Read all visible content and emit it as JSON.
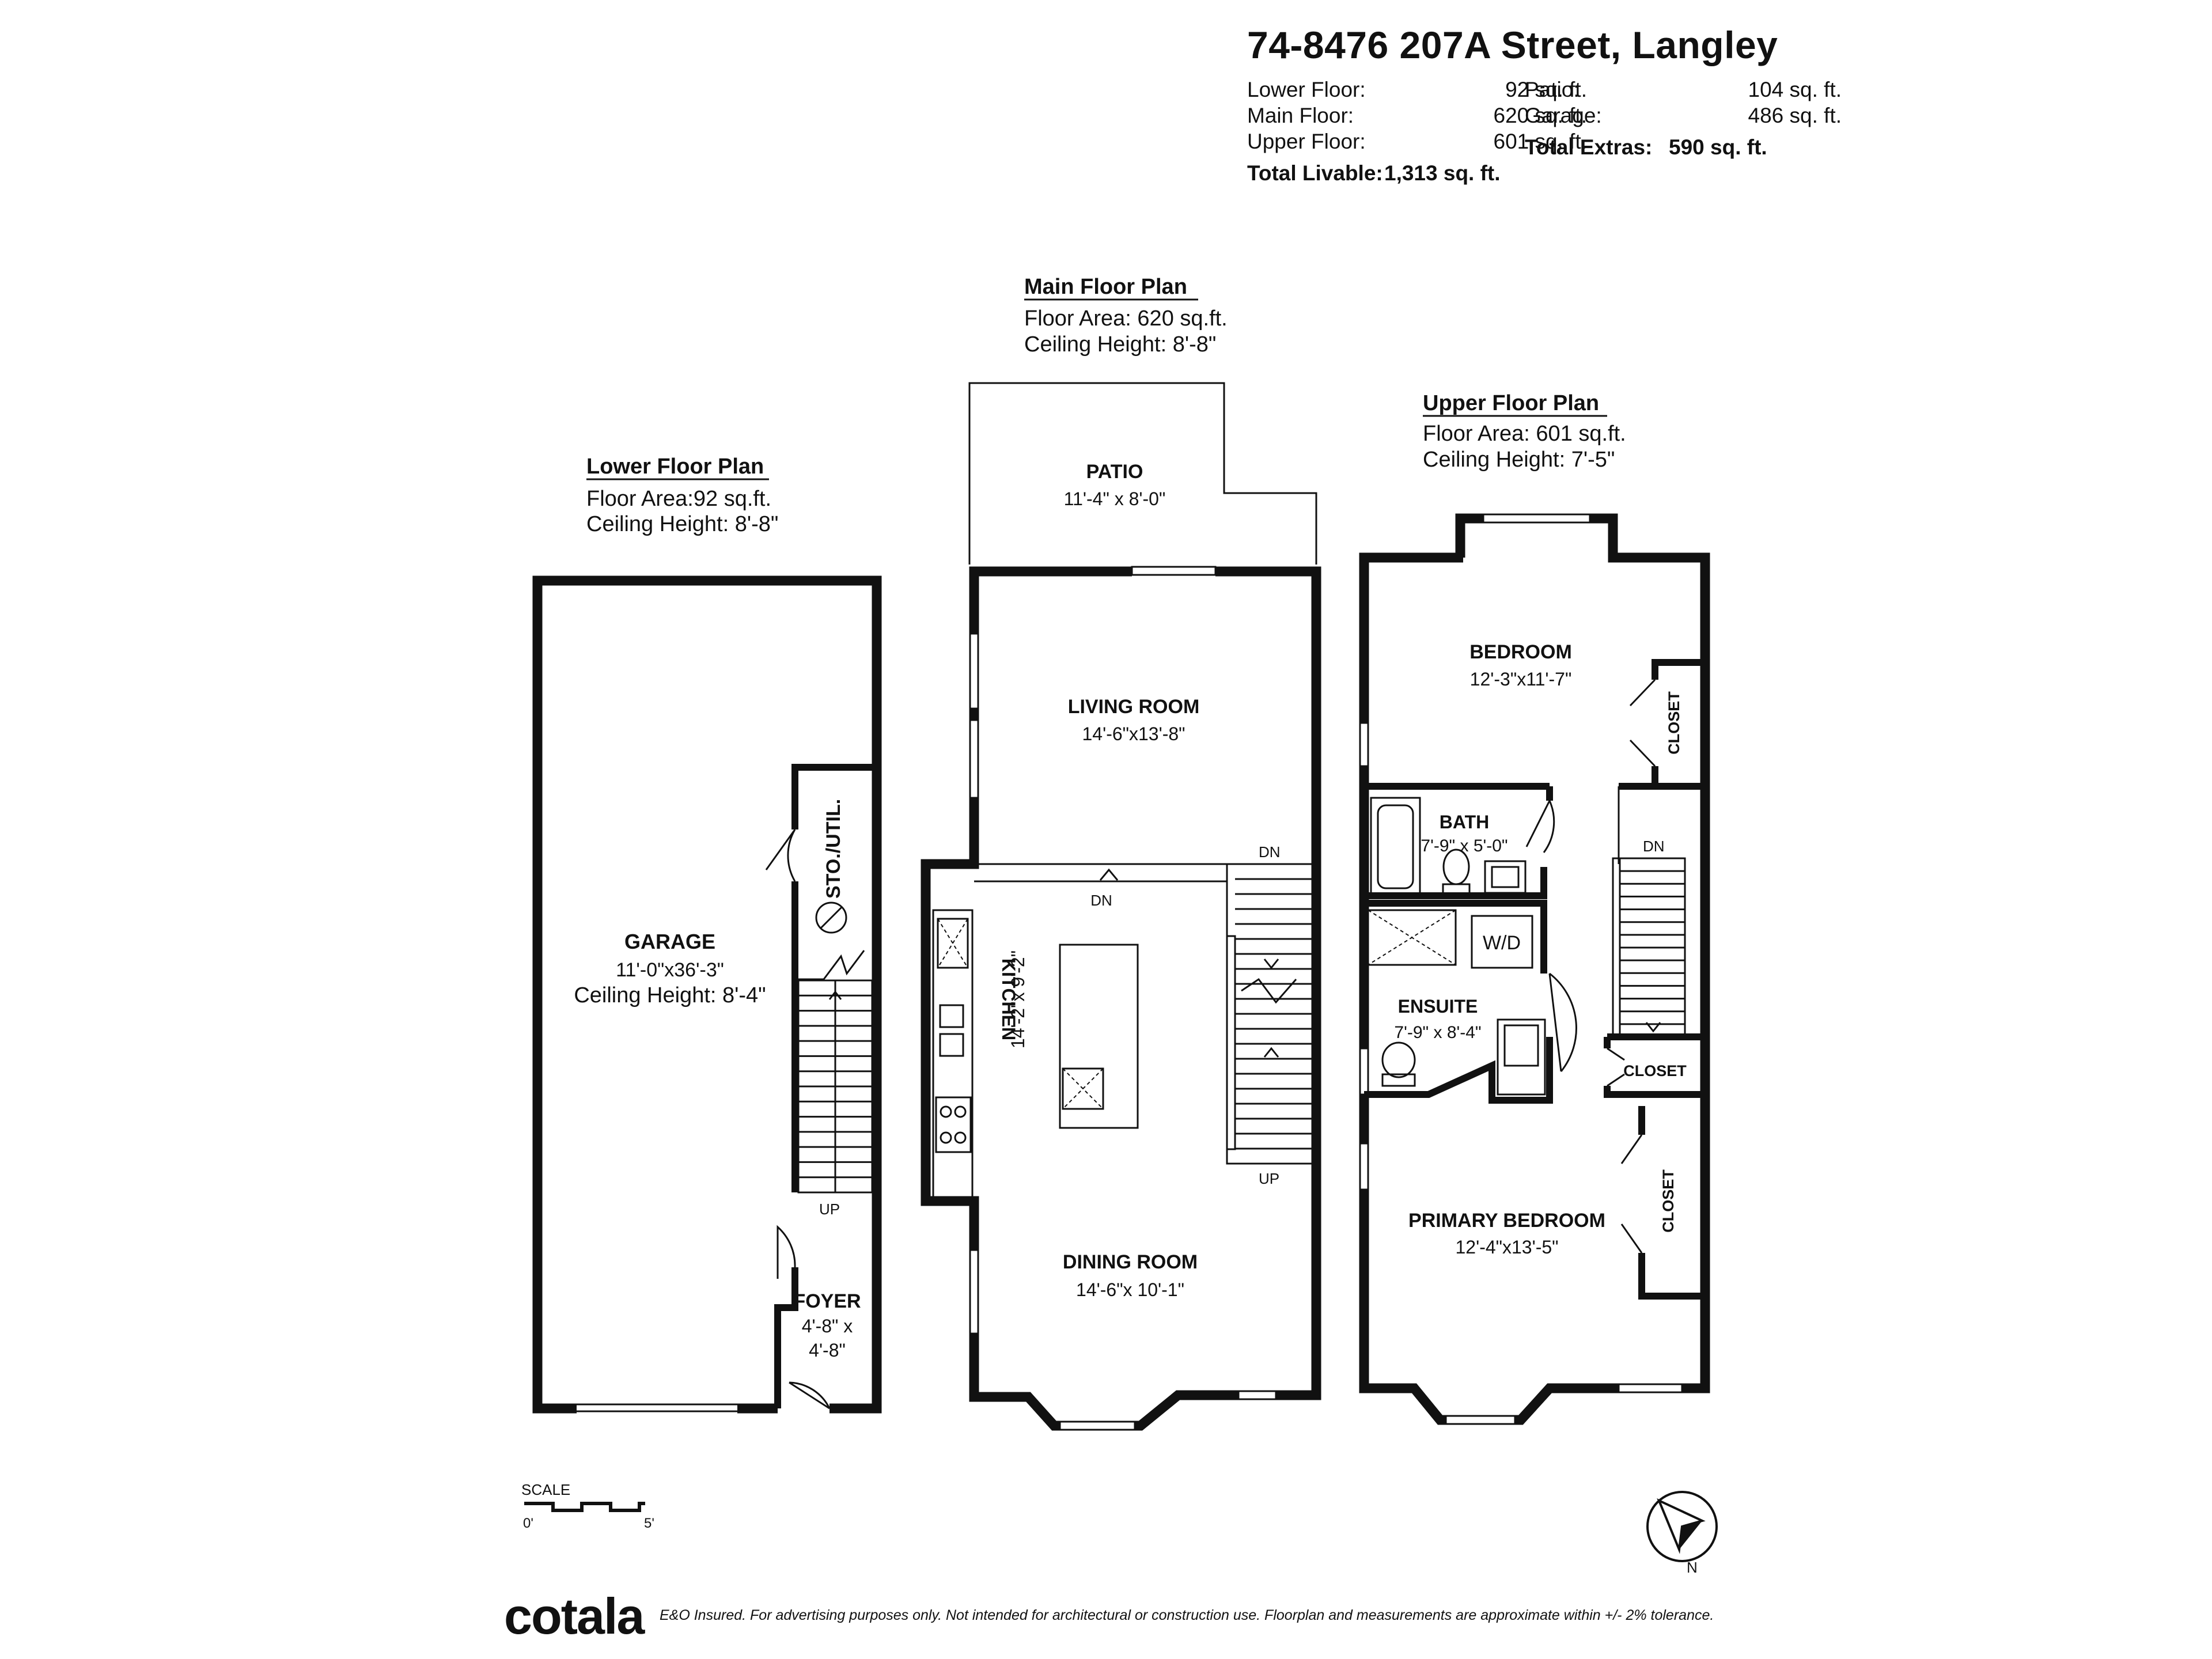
{
  "header": {
    "address": "74-8476 207A Street, Langley",
    "left_stats": [
      {
        "label": "Lower Floor:",
        "value": "92 sq. ft."
      },
      {
        "label": "Main Floor:",
        "value": "620 sq. ft."
      },
      {
        "label": "Upper Floor:",
        "value": "601 sq. ft."
      }
    ],
    "total_livable": {
      "label": "Total Livable:",
      "value": "1,313 sq. ft."
    },
    "right_stats": [
      {
        "label": "Patio:",
        "value": "104 sq. ft."
      },
      {
        "label": "Garage:",
        "value": "486 sq. ft."
      }
    ],
    "total_extras": {
      "label": "Total Extras:",
      "value": "590 sq. ft."
    }
  },
  "floors": {
    "lower": {
      "title": "Lower Floor Plan",
      "area": "Floor Area:92 sq.ft.",
      "ceiling": "Ceiling Height: 8'-8\""
    },
    "main": {
      "title": "Main Floor Plan",
      "area": "Floor Area: 620 sq.ft.",
      "ceiling": "Ceiling Height: 8'-8\""
    },
    "upper": {
      "title": "Upper Floor Plan",
      "area": "Floor Area: 601 sq.ft.",
      "ceiling": "Ceiling Height: 7'-5\""
    }
  },
  "rooms": {
    "garage": {
      "name": "GARAGE",
      "dims": "11'-0\"x36'-3\"",
      "extra": "Ceiling Height: 8'-4\""
    },
    "sto_util": {
      "name": "STO./UTIL."
    },
    "foyer": {
      "name": "FOYER",
      "dims1": "4'-8\" x",
      "dims2": "4'-8\""
    },
    "patio": {
      "name": "PATIO",
      "dims": "11'-4\" x 8'-0\""
    },
    "living": {
      "name": "LIVING ROOM",
      "dims": "14'-6\"x13'-8\""
    },
    "kitchen": {
      "name": "KITCHEN",
      "dims": "14'-2\"x 9'-2\""
    },
    "dining": {
      "name": "DINING ROOM",
      "dims": "14'-6\"x 10'-1\""
    },
    "bedroom": {
      "name": "BEDROOM",
      "dims": "12'-3\"x11'-7\""
    },
    "bath": {
      "name": "BATH",
      "dims": "7'-9\" x 5'-0\""
    },
    "ensuite": {
      "name": "ENSUITE",
      "dims": "7'-9\" x 8'-4\""
    },
    "wd": {
      "name": "W/D"
    },
    "closet": {
      "name": "CLOSET"
    },
    "primary": {
      "name": "PRIMARY BEDROOM",
      "dims": "12'-4\"x13'-5\""
    }
  },
  "stairs": {
    "dn": "DN",
    "up": "UP"
  },
  "scale": {
    "title": "SCALE",
    "start": "0'",
    "end": "5'"
  },
  "compass": {
    "letter": "N"
  },
  "footer": {
    "logo": "cotala",
    "disclaimer": "E&O Insured. For advertising purposes only. Not intended for architectural or construction use. Floorplan and measurements are approximate within +/- 2% tolerance."
  },
  "colors": {
    "wall": "#111111",
    "background": "#ffffff",
    "fixture": "#666666"
  }
}
